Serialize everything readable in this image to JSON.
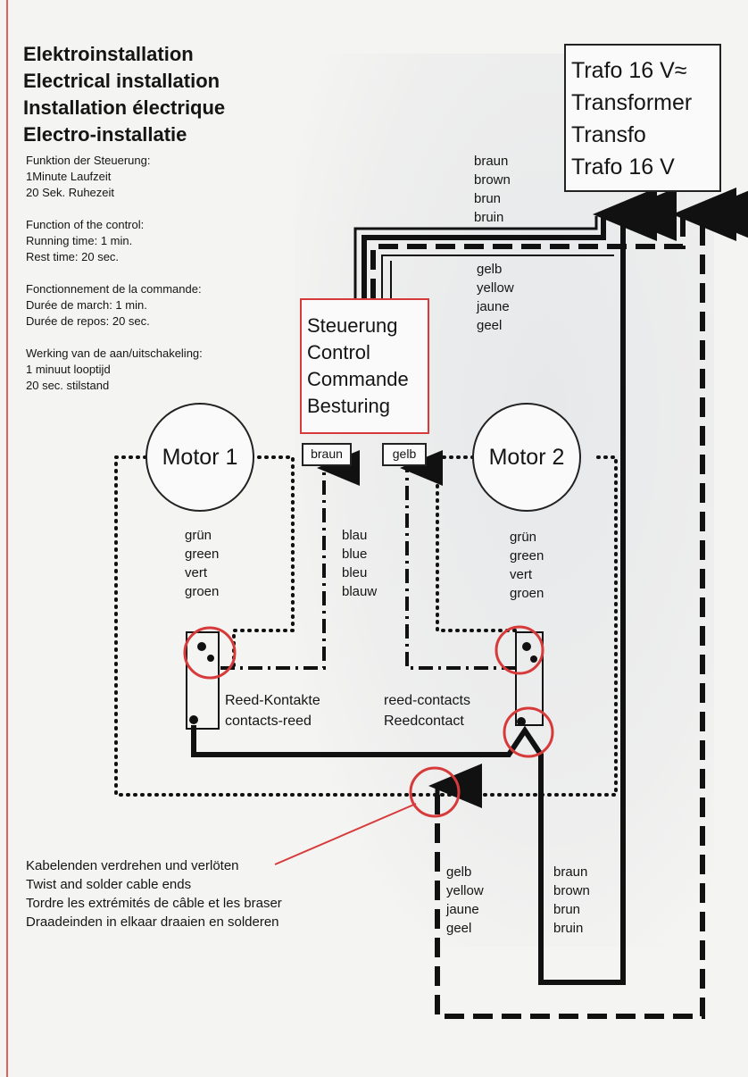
{
  "titles": [
    "Elektroinstallation",
    "Electrical installation",
    "Installation électrique",
    "Electro-installatie"
  ],
  "notes": [
    [
      "Funktion der Steuerung:",
      "1Minute Laufzeit",
      "20 Sek. Ruhezeit"
    ],
    [
      "Function of the control:",
      "Running time: 1 min.",
      "Rest time: 20 sec."
    ],
    [
      "Fonctionnement de la commande:",
      "Durée de march: 1 min.",
      "Durée de repos: 20 sec."
    ],
    [
      "Werking van de aan/uitschakeling:",
      "1 minuut looptijd",
      "20 sec. stilstand"
    ]
  ],
  "trafo": [
    "Trafo 16 V≈",
    "Transformer",
    "Transfo",
    "Trafo 16 V"
  ],
  "control": [
    "Steuerung",
    "Control",
    "Commande",
    "Besturing"
  ],
  "tags": {
    "braun": "braun",
    "gelb": "gelb"
  },
  "motors": {
    "motor1": "Motor 1",
    "motor2": "Motor 2"
  },
  "wires": {
    "brown_top": [
      "braun",
      "brown",
      "brun",
      "bruin"
    ],
    "yellow_top": [
      "gelb",
      "yellow",
      "jaune",
      "geel"
    ],
    "green_left": [
      "grün",
      "green",
      "vert",
      "groen"
    ],
    "blue": [
      "blau",
      "blue",
      "bleu",
      "blauw"
    ],
    "green_right": [
      "grün",
      "green",
      "vert",
      "groen"
    ],
    "yellow_bottom": [
      "gelb",
      "yellow",
      "jaune",
      "geel"
    ],
    "brown_bottom": [
      "braun",
      "brown",
      "brun",
      "bruin"
    ]
  },
  "reed_left": [
    "Reed-Kontakte",
    "contacts-reed"
  ],
  "reed_right": [
    "reed-contacts",
    "Reedcontact"
  ],
  "solder_note": [
    "Kabelenden verdrehen und verlöten",
    "Twist and solder cable ends",
    "Tordre les extrémités de câble et les braser",
    "Draadeinden in elkaar draaien en solderen"
  ],
  "colors": {
    "accent_red": "#d63a3a",
    "wire": "#111111"
  }
}
